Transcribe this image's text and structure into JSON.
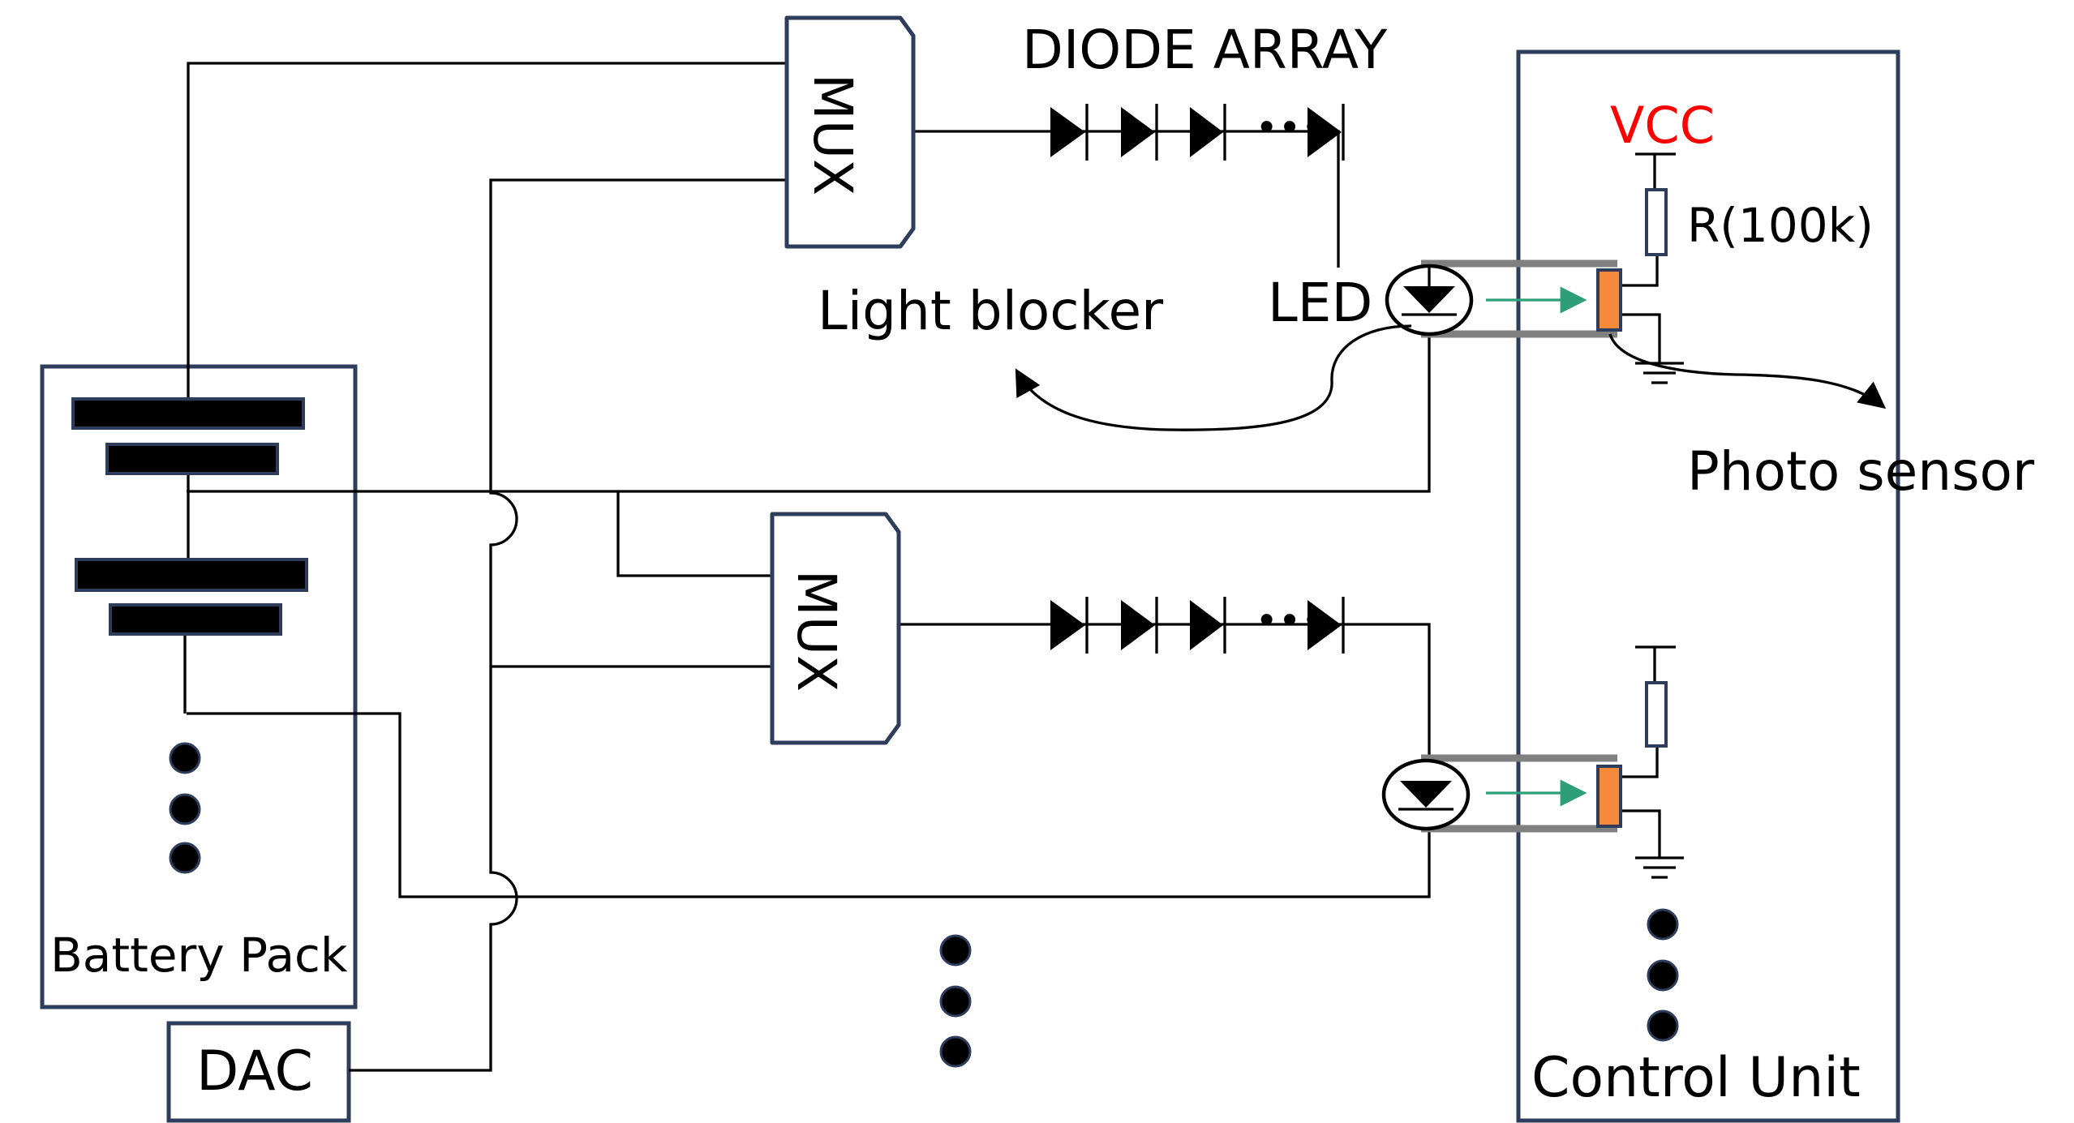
{
  "labels": {
    "diode_array": "DIODE ARRAY",
    "mux": "MUX",
    "vcc": "VCC",
    "resistor": "R(100k)",
    "led": "LED",
    "light_blocker": "Light blocker",
    "photo_sensor": "Photo sensor",
    "battery_pack": "Battery Pack",
    "dac": "DAC",
    "control_unit": "Control Unit",
    "ellipsis": "•••"
  },
  "colors": {
    "line": "#000000",
    "frame": "#2f3d5c",
    "vcc": "#ff0000",
    "light_arrow": "#2e9e78",
    "sensor": "#f58a3a",
    "blocker": "#808080"
  }
}
